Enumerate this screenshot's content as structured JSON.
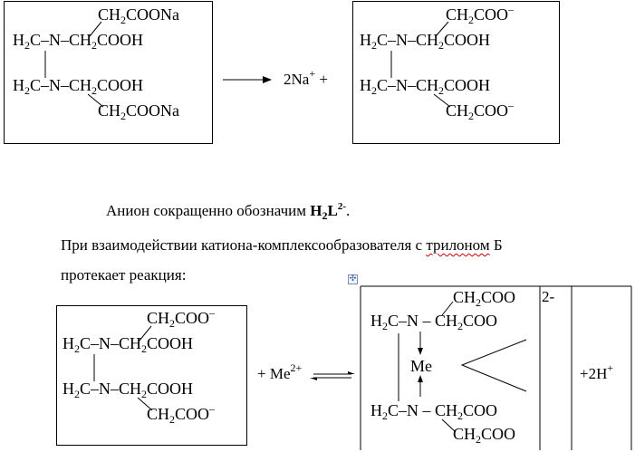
{
  "reaction1": {
    "left": {
      "g1": "CH",
      "g1s": "2",
      "g1e": "COONa",
      "r1a": "H",
      "r1as": "2",
      "r1b": "C–N–CH",
      "r1bs": "2",
      "r1c": "COOH",
      "r2a": "H",
      "r2as": "2",
      "r2b": "C–N–CH",
      "r2bs": "2",
      "r2c": "COOH",
      "g2": "CH",
      "g2s": "2",
      "g2e": "COONa"
    },
    "products_text": "2Na",
    "products_sup": "+",
    "products_plus": "+",
    "right": {
      "g1": "CH",
      "g1s": "2",
      "g1e": "COO",
      "g1sup": "–",
      "r1a": "H",
      "r1as": "2",
      "r1b": "C–N–CH",
      "r1bs": "2",
      "r1c": "COOH",
      "r2a": "H",
      "r2as": "2",
      "r2b": "C–N–CH",
      "r2bs": "2",
      "r2c": "COOH",
      "g2": "CH",
      "g2s": "2",
      "g2e": "COO",
      "g2sup": "–"
    }
  },
  "paragraphs": {
    "p1_text": "Анион сокращенно  обозначим ",
    "p1_formula_a": "H",
    "p1_formula_sub": "2",
    "p1_formula_b": "L",
    "p1_formula_sup": "2-",
    "p1_end": ".",
    "p2_text": "При взаимодействии  катиона-комплексообразователя  с ",
    "p2_underlined": "трилоном",
    "p2_end": " Б",
    "p3_text": "протекает реакция:"
  },
  "reaction2": {
    "left": {
      "g1": "CH",
      "g1s": "2",
      "g1e": "COO",
      "g1sup": "–",
      "r1a": "H",
      "r1as": "2",
      "r1b": "C–N–CH",
      "r1bs": "2",
      "r1c": "COOH",
      "r2a": "H",
      "r2as": "2",
      "r2b": "C–N–CH",
      "r2bs": "2",
      "r2c": "COOH",
      "g2": "CH",
      "g2s": "2",
      "g2e": "COO",
      "g2sup": "–"
    },
    "reagent_text": "+ Me",
    "reagent_sup": "2+",
    "complex": {
      "g1": "CH",
      "g1s": "2",
      "g1e": "COO",
      "charge": "2-",
      "r1a": "H",
      "r1as": "2",
      "r1b": "C–N  –  CH",
      "r1bs": "2",
      "r1c": "COO",
      "metal": "Me",
      "r2a": "H",
      "r2as": "2",
      "r2b": "C–N  –  CH",
      "r2bs": "2",
      "r2c": "COO",
      "g2": "CH",
      "g2s": "2",
      "g2e": "COO"
    },
    "product_text": "+2H",
    "product_sup": "+"
  },
  "handle_icon": "move-handle-icon"
}
